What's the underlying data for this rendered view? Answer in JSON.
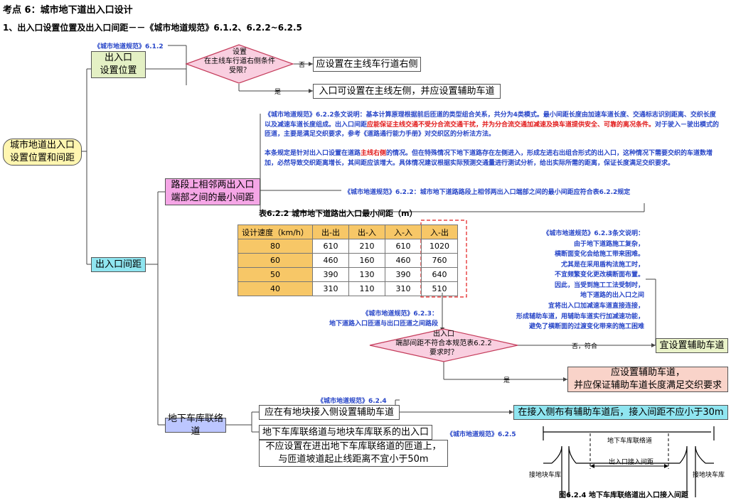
{
  "header": {
    "title": "考点 6：城市地下道出入口设计",
    "subtitle": "1、出入口设置位置及出入口间距－－《城市地道规范》6.1.2、6.2.2~6.2.5"
  },
  "root": {
    "line1": "城市地道出入口",
    "line2": "设置位置和间距"
  },
  "position": {
    "ref": "《城市地道规范》6.1.2",
    "box_line1": "出入口",
    "box_line2": "设置位置",
    "decision_line1": "设置",
    "decision_line2": "在主线车行道右侧条件",
    "decision_line3": "受限？",
    "no_label": "否",
    "yes_label": "是",
    "result_no": "应设置在主线车行道右侧",
    "result_yes": "入口可设置在主线左侧，并应设置辅助车道"
  },
  "explanations": {
    "note1_pre": "《城市地道规范》6.2.2条文说明：基本计算原理根据前后匝道的类型组合关系，共分为4类模式。最小间距长度由加速车道长度、交通标志识别距离、交织长度以及减速车道长度组成。出入口间距",
    "note1_red": "应能保证主线交通不受分合流交通干扰，并为分合流交通加减速及换车道提供安全、可靠的离况条件。",
    "note1_post": "对于驶入－驶出模式的匝道，主要是满足交织要求，参考《道路通行能力手册》对交织区的分析法方法。",
    "note2_pre": "本条规定是针对出入口设置在道路",
    "note2_red": "主线右侧",
    "note2_post": "的情况。但在特殊情况下地下道路存在左侧进入，形成左进右出组合形式的出入口，这种情况下需要交织的车道数增加，必然导致交织距离增长，其间距应该增大。具体情况建议根据实际预测交通量进行测试分析，给出实际所需的距离，保证长度满足交织要求。"
  },
  "spacing": {
    "box_line1": "路段上相邻两出入口",
    "box_line2": "端部之间的最小间距",
    "ref_note": "《城市地道规范》6.2.2：城市地下道路路段上相邻两出入口端部之间的最小间距应符合表6.2.2规定",
    "main_box": "出入口间距"
  },
  "table": {
    "caption": "表6.2.2 城市地下道路出入口最小间距（m）",
    "headers": [
      "设计速度（km/h）",
      "出-出",
      "出-入",
      "入-入",
      "入-出"
    ],
    "rows": [
      [
        "80",
        "610",
        "210",
        "610",
        "1020"
      ],
      [
        "60",
        "460",
        "160",
        "460",
        "760"
      ],
      [
        "50",
        "390",
        "130",
        "390",
        "640"
      ],
      [
        "40",
        "310",
        "110",
        "310",
        "510"
      ]
    ]
  },
  "note623": {
    "lines": [
      "《城市地道规范》6.2.3条文说明：",
      "由于地下道路施工复杂，",
      "横断面变化会给施工带来困难。",
      "尤其是在采用盾构法施工时，",
      "不宜频繁变化更改横断面布置。",
      "因此，当受到施工工法受制时，",
      "地下道路的出入口之间",
      "宜将出入口加减速车道直接连接，",
      "形成辅助车道，用辅助车道实行加减速功能，",
      "避免了横断面的过渡变化带来的施工困难"
    ],
    "ref_line1": "《城市地道规范》6.2.3：",
    "ref_line2": "地下道路入口匝道与出口匝道之间路段"
  },
  "decision2": {
    "line1": "出入口",
    "line2": "端部间距不符合本规范表6.2.2",
    "line3": "要求时？",
    "no_label": "否，符合",
    "yes_label": "是",
    "result_no": "宜设置辅助车道",
    "result_yes_line1": "应设置辅助车道，",
    "result_yes_line2": "并应保证辅助车道长度满足交织要求"
  },
  "garage": {
    "box": "地下车库联络道",
    "ref1": "《城市地道规范》6.2.4",
    "item1": "应在有地块接入侧设置辅助车道",
    "item1_result": "在接入侧布有辅助车道后，接入间距不应小于30m",
    "ref2": "《城市地道规范》6.2.5",
    "item2": "地下车库联络道与地块车库联系的出入口",
    "item2_line1": "不应设置在进出地下车库联络道的匝道上，",
    "item2_line2": "与匝道坡道起止线距离不宜小于50m"
  },
  "figure": {
    "top_label": "地下车库联络道",
    "mid_label": "出入口接入间距",
    "left_label": "接地块车库",
    "right_label": "接地块车库",
    "caption": "图6.2.4 地下车库联络道出入口接入间距"
  }
}
